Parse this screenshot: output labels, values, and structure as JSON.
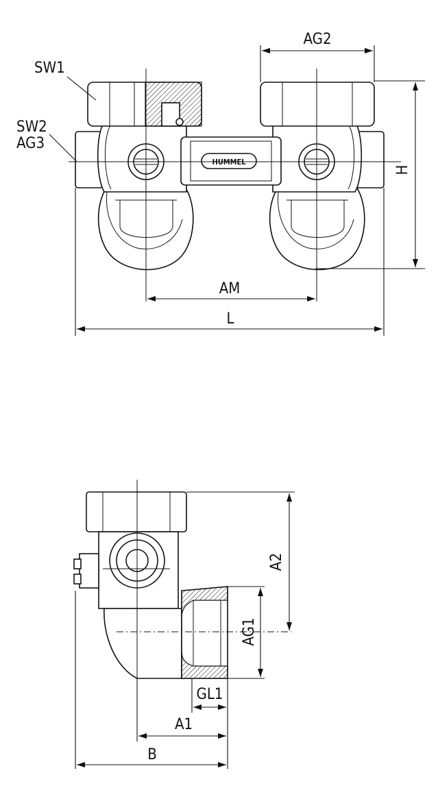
{
  "front_view": {
    "labels": {
      "sw1": "SW1",
      "sw2": "SW2",
      "ag3": "AG3",
      "ag2": "AG2",
      "h": "H",
      "am": "AM",
      "l": "L",
      "brand": "HUMMEL"
    }
  },
  "side_view": {
    "labels": {
      "a2": "A2",
      "ag1": "AG1",
      "gl1": "GL1",
      "a1": "A1",
      "b": "B"
    }
  }
}
